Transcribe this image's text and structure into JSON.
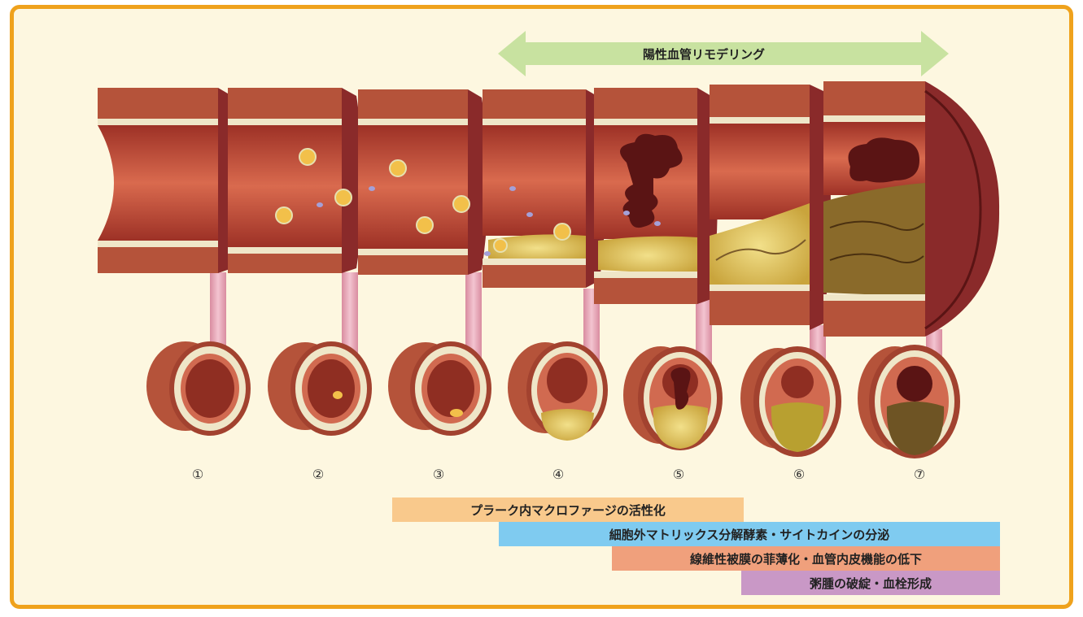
{
  "remodeling_label": "陽性血管リモデリング",
  "stages": [
    "①",
    "②",
    "③",
    "④",
    "⑤",
    "⑥",
    "⑦"
  ],
  "phases": [
    {
      "label": "プラーク内マクロファージの活性化",
      "color": "#f9c98c"
    },
    {
      "label": "細胞外マトリックス分解酵素・サイトカインの分泌",
      "color": "#7fcbf0"
    },
    {
      "label": "線維性被膜の菲薄化・血管内皮機能の低下",
      "color": "#f0a07c"
    },
    {
      "label": "粥腫の破綻・血栓形成",
      "color": "#c998c6"
    }
  ],
  "colors": {
    "frame_border": "#efa21c",
    "background": "#fdf7e0",
    "arrow": "#c8e2a0",
    "vessel_wall": "#b5533a",
    "lumen": "#c0483a",
    "plaque": "#e9d16a",
    "thrombus": "#5a1414"
  }
}
